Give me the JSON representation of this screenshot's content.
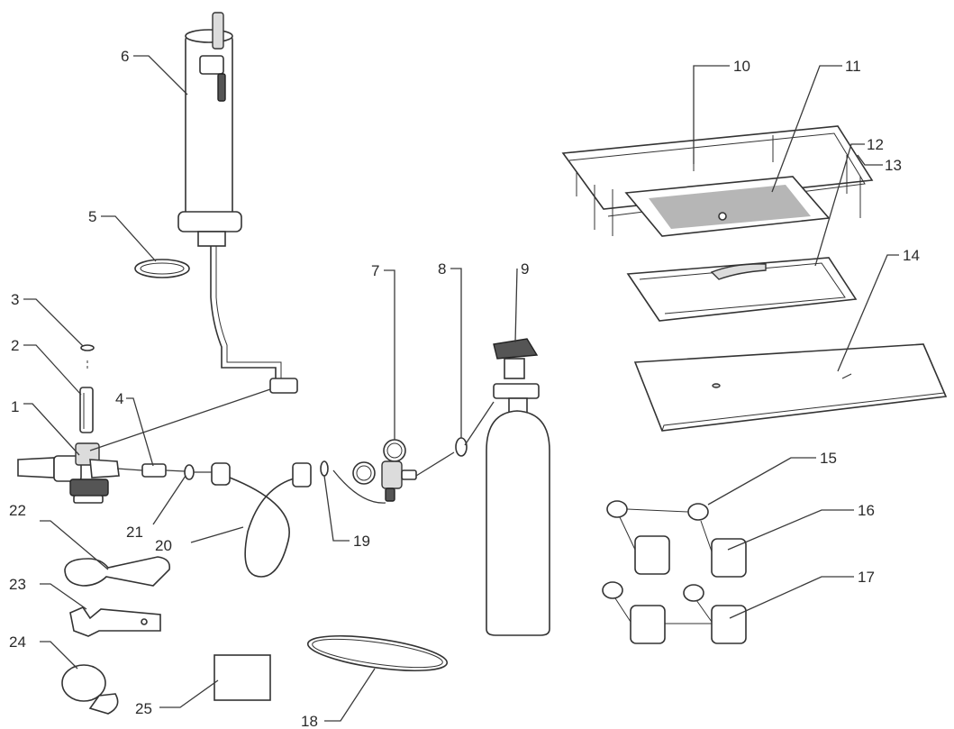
{
  "labels": {
    "p1": "1",
    "p2": "2",
    "p3": "3",
    "p4": "4",
    "p5": "5",
    "p6": "6",
    "p7": "7",
    "p8": "8",
    "p9": "9",
    "p10": "10",
    "p11": "11",
    "p12": "12",
    "p13": "13",
    "p14": "14",
    "p15": "15",
    "p16": "16",
    "p17": "17",
    "p18": "18",
    "p19": "19",
    "p20": "20",
    "p21": "21",
    "p22": "22",
    "p23": "23",
    "p24": "24",
    "p25": "25"
  }
}
